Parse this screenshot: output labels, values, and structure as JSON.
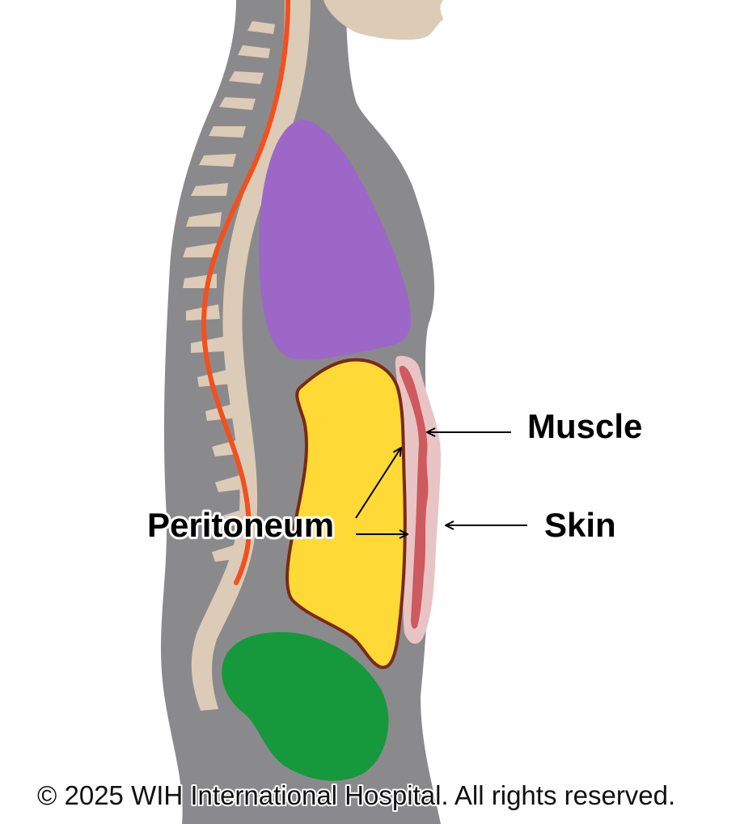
{
  "labels": {
    "muscle": "Muscle",
    "skin": "Skin",
    "peritoneum": "Peritoneum"
  },
  "copyright": "© 2025 WIH International Hospital. All rights reserved.",
  "colors": {
    "body": "#8a8a8c",
    "bone": "#dccbb6",
    "spinal_cord": "#f2501e",
    "lung": "#9d67c8",
    "abdominal_cavity": "#ffd935",
    "peritoneum_outline": "#7a2a12",
    "skin": "#e8c4c4",
    "muscle": "#cc5a5e",
    "bladder": "#16983c"
  }
}
